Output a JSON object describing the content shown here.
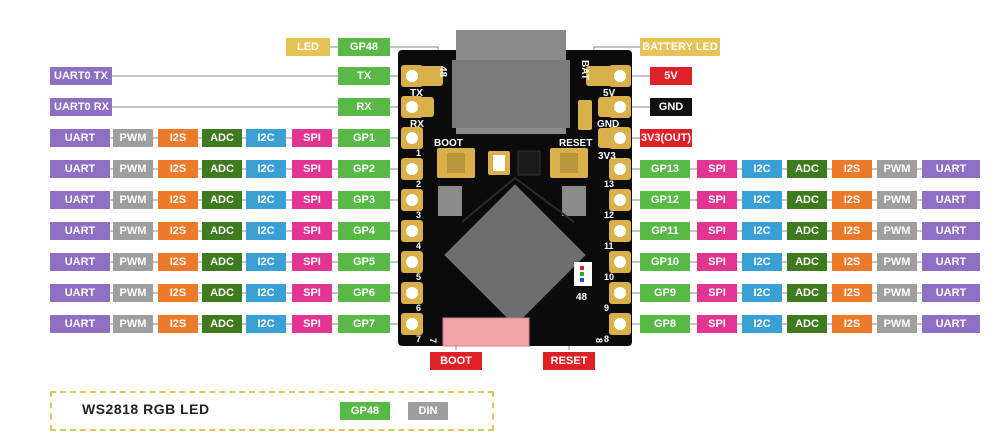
{
  "colors": {
    "gp": "#58b947",
    "spi": "#e23591",
    "i2c": "#3a9fd5",
    "adc": "#3f7a1e",
    "i2s": "#ec7a2a",
    "pwm": "#9e9e9e",
    "uart": "#8e6fc4",
    "led": "#e6c356",
    "power": "#dd2127",
    "gnd": "#111111",
    "board": "#0b0b0b",
    "gold": "#d9b04a"
  },
  "left_pins": [
    {
      "gpio": "GP1",
      "spi": "SPI",
      "i2c": "I2C",
      "adc": "ADC",
      "i2s": "I2S",
      "pwm": "PWM",
      "uart": "UART"
    },
    {
      "gpio": "GP2",
      "spi": "SPI",
      "i2c": "I2C",
      "adc": "ADC",
      "i2s": "I2S",
      "pwm": "PWM",
      "uart": "UART"
    },
    {
      "gpio": "GP3",
      "spi": "SPI",
      "i2c": "I2C",
      "adc": "ADC",
      "i2s": "I2S",
      "pwm": "PWM",
      "uart": "UART"
    },
    {
      "gpio": "GP4",
      "spi": "SPI",
      "i2c": "I2C",
      "adc": "ADC",
      "i2s": "I2S",
      "pwm": "PWM",
      "uart": "UART"
    },
    {
      "gpio": "GP5",
      "spi": "SPI",
      "i2c": "I2C",
      "adc": "ADC",
      "i2s": "I2S",
      "pwm": "PWM",
      "uart": "UART"
    },
    {
      "gpio": "GP6",
      "spi": "SPI",
      "i2c": "I2C",
      "adc": "ADC",
      "i2s": "I2S",
      "pwm": "PWM",
      "uart": "UART"
    },
    {
      "gpio": "GP7",
      "spi": "SPI",
      "i2c": "I2C",
      "adc": "ADC",
      "i2s": "I2S",
      "pwm": "PWM",
      "uart": "UART"
    }
  ],
  "right_pins": [
    {
      "gpio": "GP13",
      "spi": "SPI",
      "i2c": "I2C",
      "adc": "ADC",
      "i2s": "I2S",
      "pwm": "PWM",
      "uart": "UART"
    },
    {
      "gpio": "GP12",
      "spi": "SPI",
      "i2c": "I2C",
      "adc": "ADC",
      "i2s": "I2S",
      "pwm": "PWM",
      "uart": "UART"
    },
    {
      "gpio": "GP11",
      "spi": "SPI",
      "i2c": "I2C",
      "adc": "ADC",
      "i2s": "I2S",
      "pwm": "PWM",
      "uart": "UART"
    },
    {
      "gpio": "GP10",
      "spi": "SPI",
      "i2c": "I2C",
      "adc": "ADC",
      "i2s": "I2S",
      "pwm": "PWM",
      "uart": "UART"
    },
    {
      "gpio": "GP9",
      "spi": "SPI",
      "i2c": "I2C",
      "adc": "ADC",
      "i2s": "I2S",
      "pwm": "PWM",
      "uart": "UART"
    },
    {
      "gpio": "GP8",
      "spi": "SPI",
      "i2c": "I2C",
      "adc": "ADC",
      "i2s": "I2S",
      "pwm": "PWM",
      "uart": "UART"
    }
  ],
  "top_left": {
    "led": "LED",
    "led_gpio": "GP48",
    "tx": "TX",
    "rx": "RX",
    "uart_tx": "UART0 TX",
    "uart_rx": "UART0 RX"
  },
  "top_right": {
    "battery_led": "BATTERY LED",
    "v5": "5V",
    "gnd": "GND",
    "v33": "3V3(OUT)"
  },
  "bottom": {
    "boot": "BOOT",
    "reset": "RESET"
  },
  "board_silk": {
    "n48_top": "48",
    "tx": "TX",
    "rx": "RX",
    "bat": "BAT",
    "v5": "5V",
    "gnd": "GND",
    "v33": "3V3",
    "boot": "BOOT",
    "reset": "RESET",
    "left_nums": [
      "1",
      "2",
      "3",
      "4",
      "5",
      "6",
      "7"
    ],
    "right_nums": [
      "13",
      "12",
      "11",
      "10",
      "9",
      "8"
    ],
    "n48_led": "48"
  },
  "legend": {
    "title": "WS2818 RGB LED",
    "gpio": "GP48",
    "din": "DIN"
  }
}
